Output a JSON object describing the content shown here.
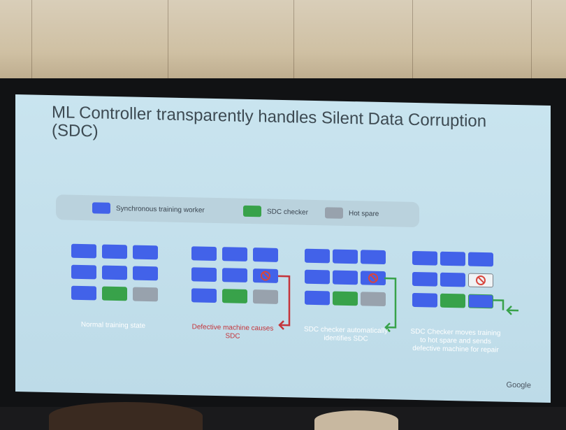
{
  "slide": {
    "title": "ML Controller transparently handles Silent Data Corruption (SDC)",
    "brand": "Google"
  },
  "legend": {
    "worker": "Synchronous training worker",
    "checker": "SDC checker",
    "spare": "Hot spare"
  },
  "panels": [
    {
      "caption": "Normal training state",
      "caption_color": "#ffffff"
    },
    {
      "caption": "Defective machine causes SDC",
      "caption_color": "#c4343b"
    },
    {
      "caption": "SDC checker automatically identifies SDC",
      "caption_color": "#ffffff"
    },
    {
      "caption": "SDC Checker moves training to hot spare and sends defective machine for repair",
      "caption_color": "#ffffff"
    }
  ],
  "colors": {
    "worker": "#4262e9",
    "checker": "#38a24a",
    "spare": "#98a2ad",
    "defect_arrow": "#c4343b",
    "checker_arrow": "#38a24a"
  }
}
